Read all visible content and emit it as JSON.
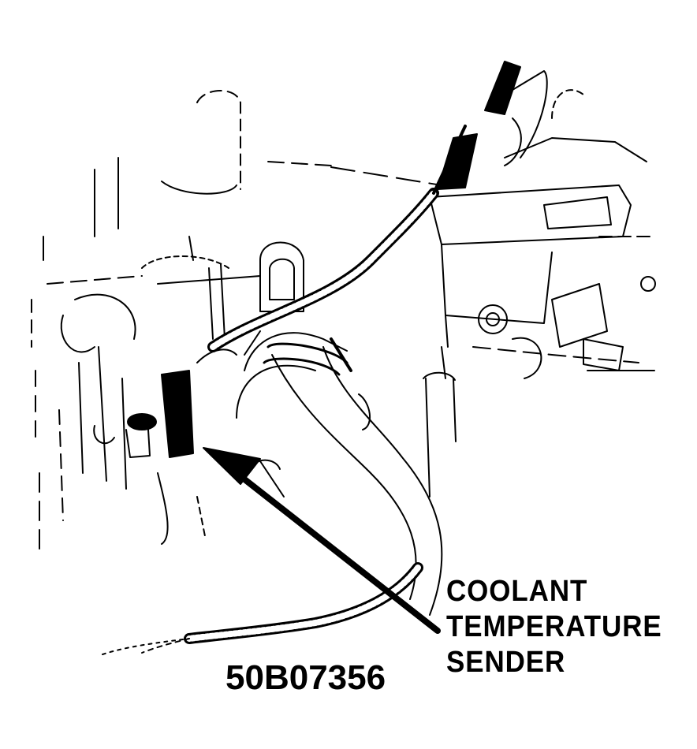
{
  "callout": {
    "lines": [
      "COOLANT",
      "TEMPERATURE",
      "SENDER"
    ]
  },
  "figure_id": "50B07356",
  "colors": {
    "ink": "#000000",
    "paper": "#ffffff"
  }
}
